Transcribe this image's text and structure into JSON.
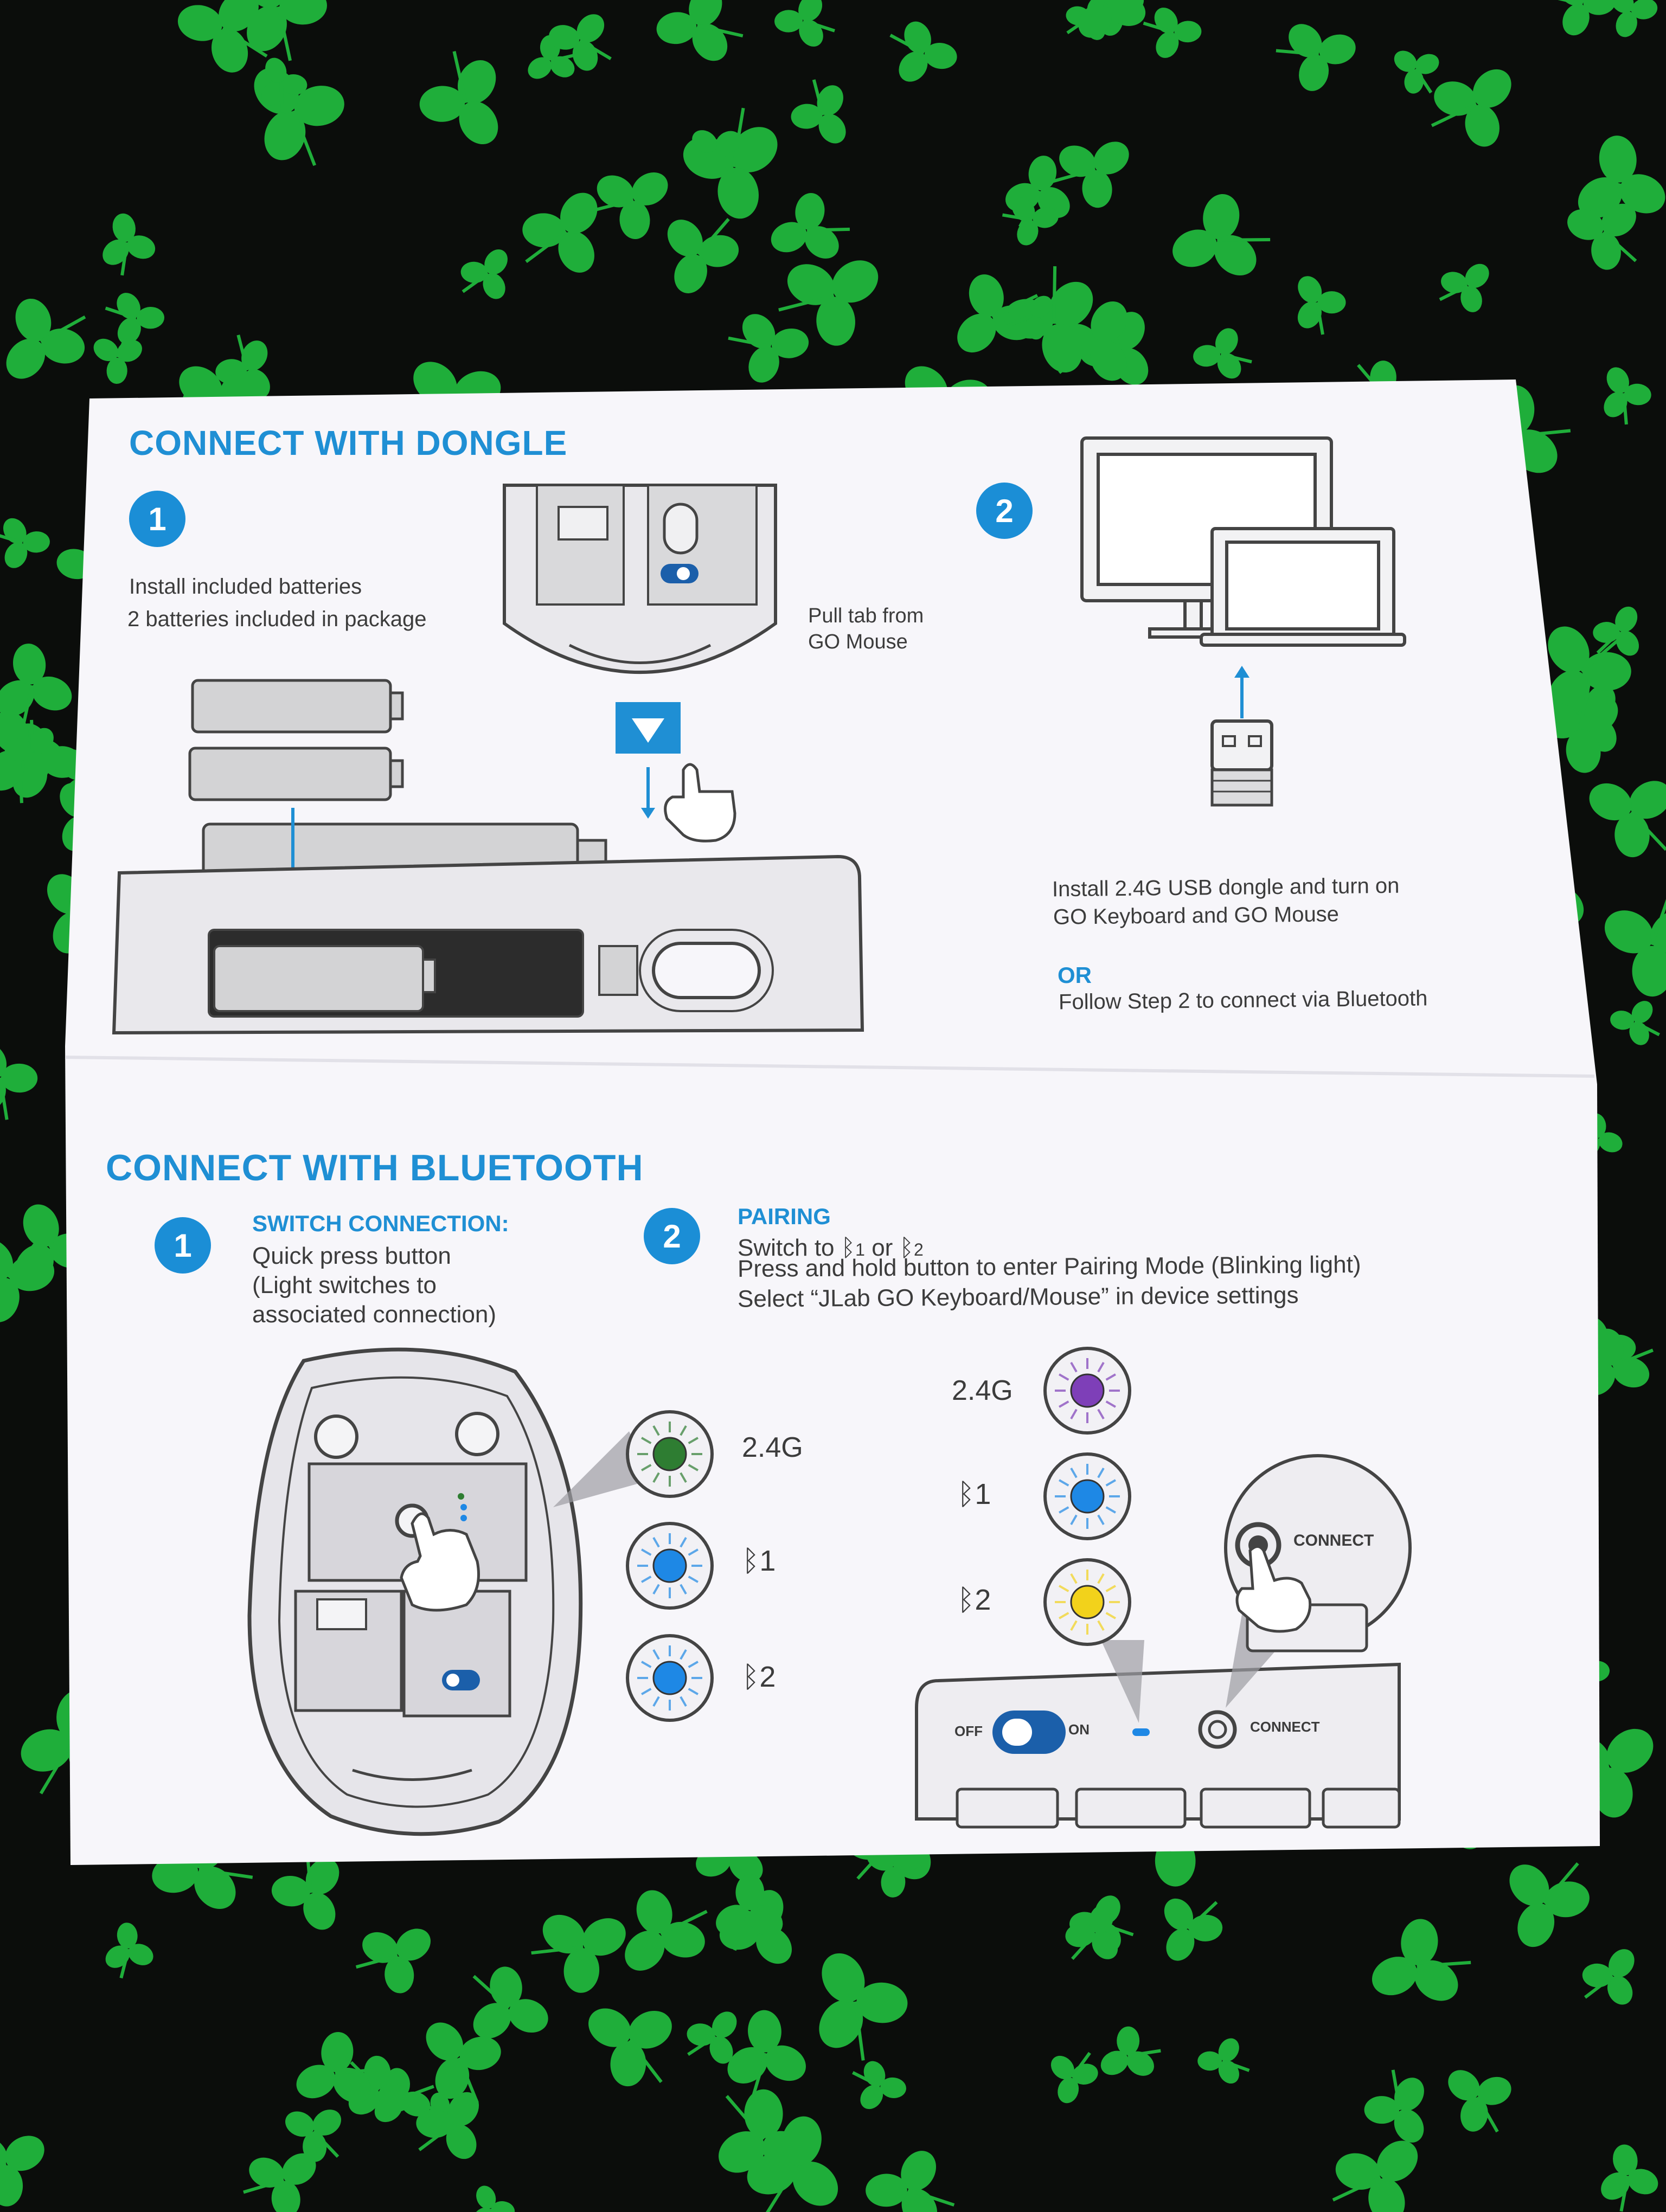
{
  "dongle": {
    "heading": "CONNECT WITH DONGLE",
    "step1_number": "1",
    "step1_line1": "Install included batteries",
    "step1_line2": "2 batteries included in package",
    "pull_tab_line1": "Pull tab from",
    "pull_tab_line2": "GO Mouse",
    "step2_number": "2",
    "install_line1": "Install 2.4G USB dongle and turn on",
    "install_line2": "GO Keyboard and GO Mouse",
    "or_label": "OR",
    "follow_line": "Follow Step 2 to connect via Bluetooth"
  },
  "bluetooth": {
    "heading": "CONNECT WITH BLUETOOTH",
    "step1_number": "1",
    "step1_title": "SWITCH CONNECTION:",
    "step1_line1": "Quick press button",
    "step1_line2": "(Light switches to",
    "step1_line3": "associated connection)",
    "step2_number": "2",
    "step2_title": "PAIRING",
    "step2_switch_prefix": "Switch to",
    "step2_switch_bt1": "1",
    "step2_switch_or": "or",
    "step2_switch_bt2": "2",
    "step2_line2": "Press and hold button to enter Pairing Mode (Blinking light)",
    "step2_line3": "Select “JLab GO Keyboard/Mouse” in device settings",
    "mouse_labels": [
      {
        "text": "2.4G",
        "color": "#2e7d32"
      },
      {
        "text": "1",
        "color": "#1e88e5"
      },
      {
        "text": "2",
        "color": "#1e88e5"
      }
    ],
    "keyboard_labels": [
      {
        "text": "2.4G",
        "color": "#7e3fb8"
      },
      {
        "text": "1",
        "color": "#1e88e5"
      },
      {
        "text": "2",
        "color": "#f2d21b"
      }
    ],
    "connect_label_zoom": "CONNECT",
    "connect_label_kb": "CONNECT",
    "off_label": "OFF",
    "on_label": "ON"
  },
  "colors": {
    "accent": "#1f8fd4",
    "clover": "#1fae3a",
    "paper": "#f7f6fa"
  }
}
